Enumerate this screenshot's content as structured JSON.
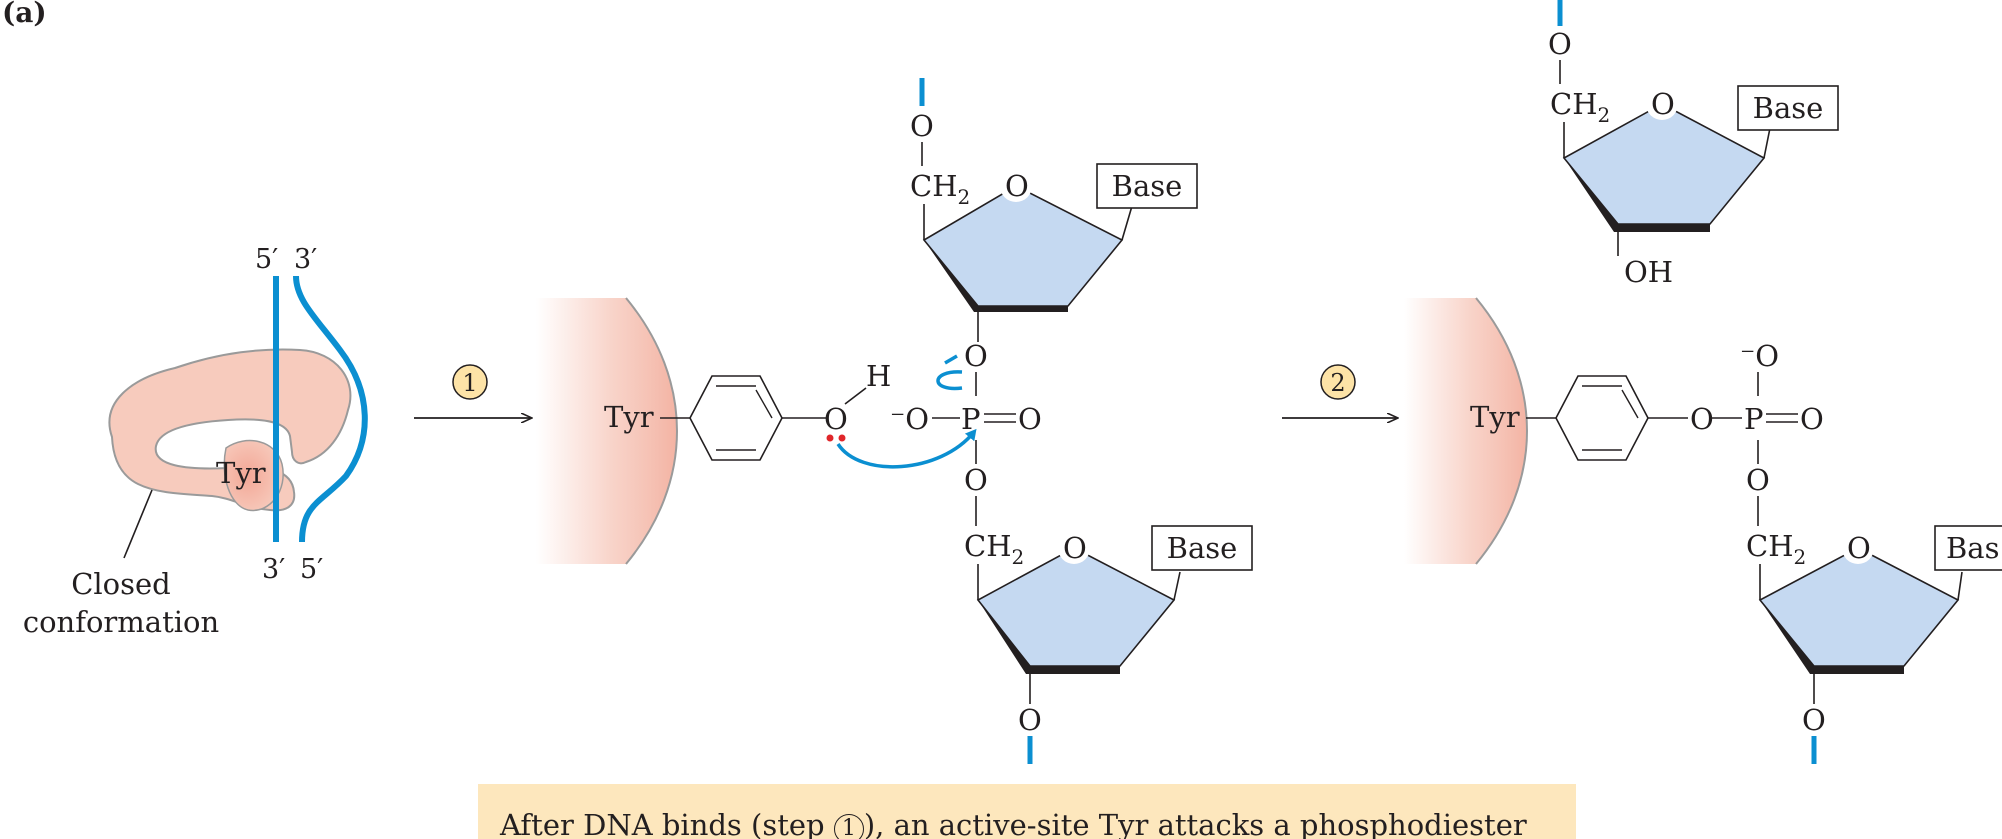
{
  "panel_label": "(a)",
  "colors": {
    "dna": "#0b8fd1",
    "enzyme": "#f6c4b6",
    "sugar": "#c5d9f1",
    "caption_bg": "#fde7bd",
    "step_circle": "#fde3a7"
  },
  "left": {
    "strand_ends_top": [
      "5′",
      "3′"
    ],
    "strand_ends_bottom": [
      "3′",
      "5′"
    ],
    "tyr": "Tyr",
    "closed": "Closed",
    "conformation": "conformation"
  },
  "steps": {
    "one": "1",
    "two": "2"
  },
  "middle": {
    "tyr": "Tyr",
    "h": "H",
    "o_tyr": "O",
    "o_minus": "⁻O",
    "p": "P",
    "o_double": "O",
    "o_top_end": "O",
    "o_top_link": "O",
    "ch": "CH",
    "sub2": "2",
    "ring_o": "O",
    "base": "Base",
    "o_low_link": "O",
    "o_low_end": "O"
  },
  "right": {
    "o_top_end": "O",
    "ch": "CH",
    "sub2": "2",
    "ring_o": "O",
    "base": "Base",
    "oh": "OH",
    "tyr": "Tyr",
    "o_link": "O",
    "p": "P",
    "o_double": "O",
    "o_minus": "⁻O",
    "o_low_link": "O",
    "base_bottom": "Bas",
    "o_low_end": "O"
  },
  "caption": {
    "before": "After DNA binds (step ",
    "num": "1",
    "after": "), an active-site Tyr attacks a phosphodiester"
  }
}
